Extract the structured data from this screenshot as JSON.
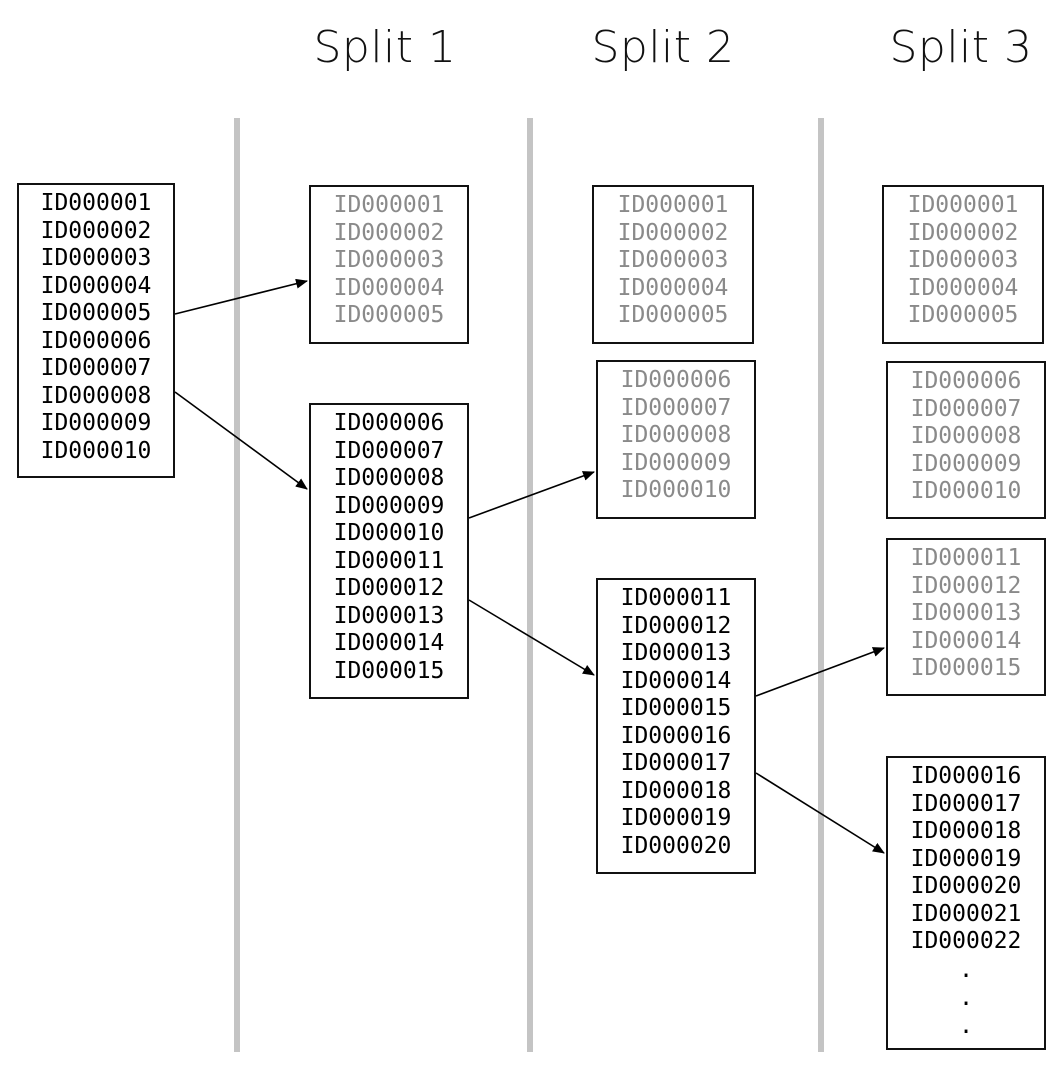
{
  "headers": {
    "split1": "Split 1",
    "split2": "Split 2",
    "split3": "Split 3"
  },
  "initial": [
    "ID000001",
    "ID000002",
    "ID000003",
    "ID000004",
    "ID000005",
    "ID000006",
    "ID000007",
    "ID000008",
    "ID000009",
    "ID000010"
  ],
  "split1": {
    "out": [
      "ID000001",
      "ID000002",
      "ID000003",
      "ID000004",
      "ID000005"
    ],
    "in": [
      "ID000006",
      "ID000007",
      "ID000008",
      "ID000009",
      "ID000010",
      "ID000011",
      "ID000012",
      "ID000013",
      "ID000014",
      "ID000015"
    ]
  },
  "split2": {
    "prev_out": [
      "ID000001",
      "ID000002",
      "ID000003",
      "ID000004",
      "ID000005"
    ],
    "out": [
      "ID000006",
      "ID000007",
      "ID000008",
      "ID000009",
      "ID000010"
    ],
    "in": [
      "ID000011",
      "ID000012",
      "ID000013",
      "ID000014",
      "ID000015",
      "ID000016",
      "ID000017",
      "ID000018",
      "ID000019",
      "ID000020"
    ]
  },
  "split3": {
    "prev_out_1": [
      "ID000001",
      "ID000002",
      "ID000003",
      "ID000004",
      "ID000005"
    ],
    "prev_out_2": [
      "ID000006",
      "ID000007",
      "ID000008",
      "ID000009",
      "ID000010"
    ],
    "out": [
      "ID000011",
      "ID000012",
      "ID000013",
      "ID000014",
      "ID000015"
    ],
    "in": [
      "ID000016",
      "ID000017",
      "ID000018",
      "ID000019",
      "ID000020",
      "ID000021",
      "ID000022"
    ],
    "continuation": [
      ".",
      ".",
      "."
    ]
  }
}
